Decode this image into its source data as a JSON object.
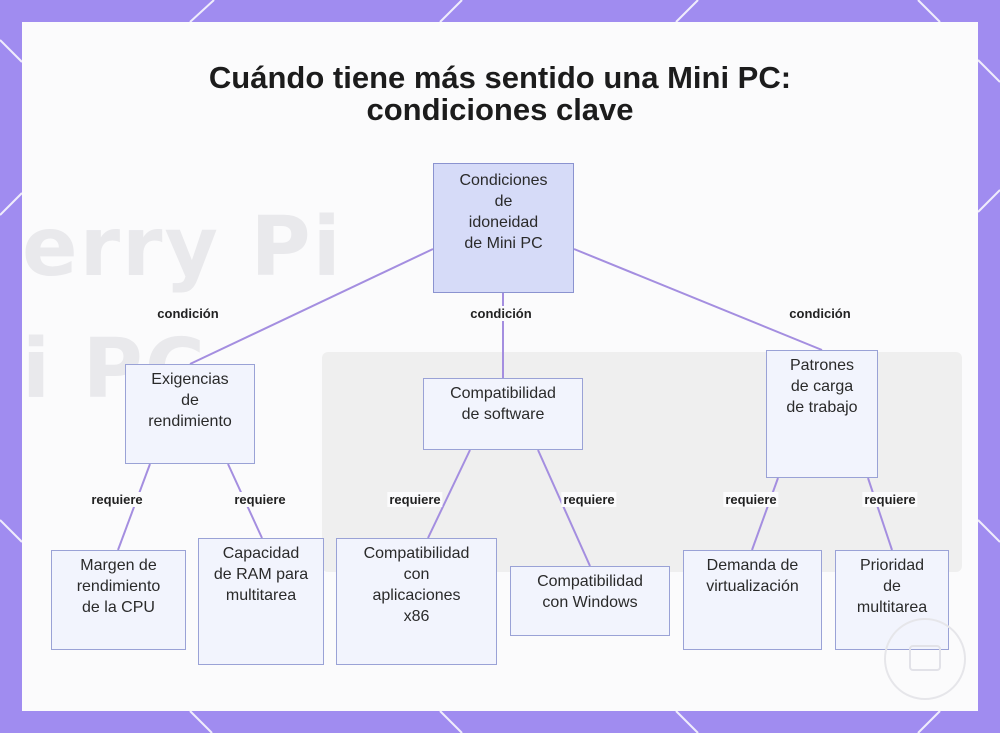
{
  "title": "Cuándo tiene más sentido una Mini PC: condiciones clave",
  "root": {
    "label": "Condiciones de idoneidad de Mini PC"
  },
  "branches": [
    {
      "edge_label": "condición",
      "label": "Exigencias de rendimiento",
      "children": [
        {
          "edge_label": "requiere",
          "label": "Margen de rendimiento de la CPU"
        },
        {
          "edge_label": "requiere",
          "label": "Capacidad de RAM para multitarea"
        }
      ]
    },
    {
      "edge_label": "condición",
      "label": "Compatibilidad de software",
      "children": [
        {
          "edge_label": "requiere",
          "label": "Compatibilidad con aplicaciones x86"
        },
        {
          "edge_label": "requiere",
          "label": "Compatibilidad con Windows"
        }
      ]
    },
    {
      "edge_label": "condición",
      "label": "Patrones de carga de trabajo",
      "children": [
        {
          "edge_label": "requiere",
          "label": "Demanda de virtualización"
        },
        {
          "edge_label": "requiere",
          "label": "Prioridad de multitarea"
        }
      ]
    }
  ],
  "background_watermark": [
    "erry Pi",
    "i PC"
  ],
  "colors": {
    "frame": "#a08cf0",
    "connector": "#a48ee0",
    "node_fill": "#f2f4fd",
    "root_fill": "#d6dbf8",
    "node_border": "#9aa2d6"
  }
}
